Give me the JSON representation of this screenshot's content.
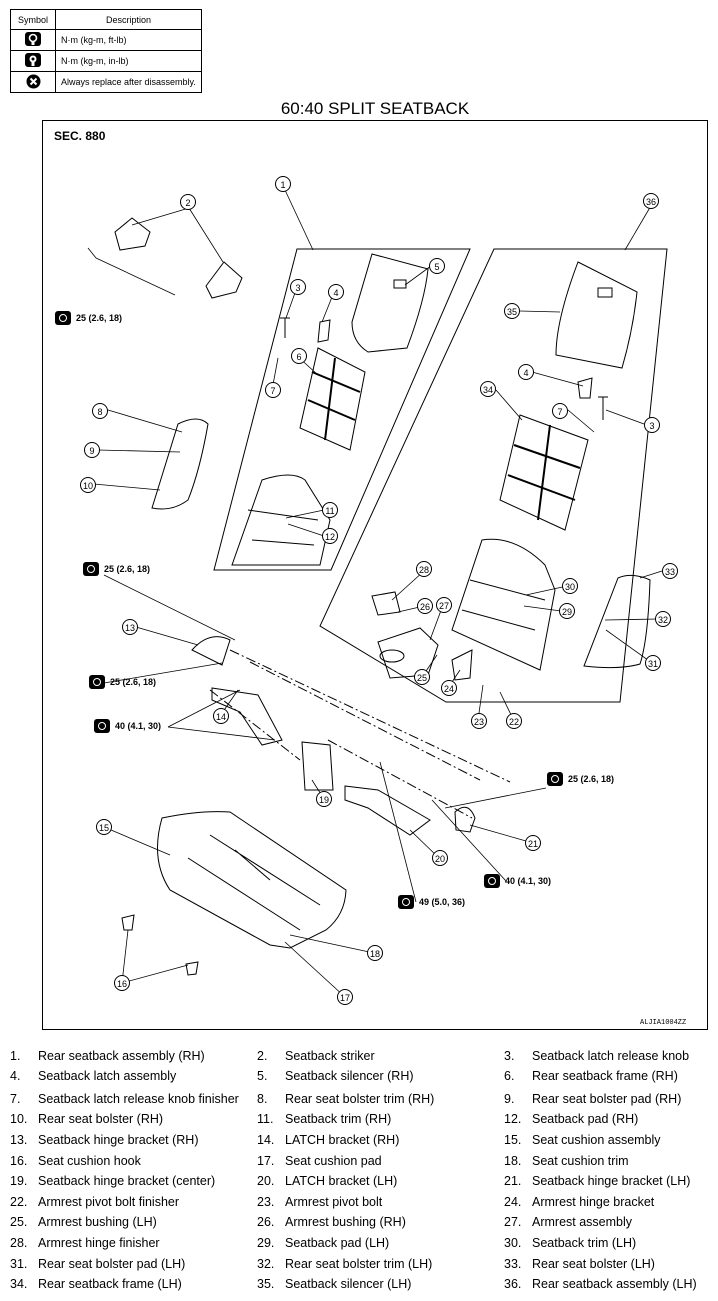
{
  "legend": {
    "headers": {
      "symbol": "Symbol",
      "description": "Description"
    },
    "rows": [
      {
        "icon": "torque-wrench-icon",
        "text": "N·m (kg-m, ft-lb)"
      },
      {
        "icon": "torque-wrench-inlb-icon",
        "text": "N·m (kg-m, in-lb)"
      },
      {
        "icon": "always-replace-icon",
        "text": "Always replace after disassembly."
      }
    ]
  },
  "title": "60:40 SPLIT SEATBACK",
  "section": "SEC. 880",
  "ref_code": "ALJIA1004ZZ",
  "torques": [
    {
      "text": "25 (2.6, 18)"
    },
    {
      "text": "25 (2.6, 18)"
    },
    {
      "text": "25 (2.6, 18)"
    },
    {
      "text": "40 (4.1, 30)"
    },
    {
      "text": "25 (2.6, 18)"
    },
    {
      "text": "40 (4.1, 30)"
    },
    {
      "text": "49 (5.0, 36)"
    }
  ],
  "callouts": [
    "1",
    "2",
    "3",
    "4",
    "5",
    "6",
    "7",
    "8",
    "9",
    "10",
    "11",
    "12",
    "13",
    "14",
    "15",
    "16",
    "16",
    "17",
    "18",
    "19",
    "20",
    "21",
    "22",
    "23",
    "24",
    "25",
    "26",
    "27",
    "28",
    "29",
    "30",
    "31",
    "32",
    "33",
    "34",
    "35",
    "36",
    "3",
    "4",
    "7"
  ],
  "parts": [
    {
      "num": "1.",
      "name": "Rear seatback assembly (RH)"
    },
    {
      "num": "2.",
      "name": "Seatback striker"
    },
    {
      "num": "3.",
      "name": "Seatback latch release knob"
    },
    {
      "num": "4.",
      "name": "Seatback latch assembly"
    },
    {
      "num": "5.",
      "name": "Seatback silencer (RH)"
    },
    {
      "num": "6.",
      "name": "Rear seatback frame (RH)"
    },
    {
      "num": "7.",
      "name": "Seatback latch release knob finisher"
    },
    {
      "num": "8.",
      "name": "Rear seat bolster trim (RH)"
    },
    {
      "num": "9.",
      "name": "Rear seat bolster pad (RH)"
    },
    {
      "num": "10.",
      "name": "Rear seat bolster (RH)"
    },
    {
      "num": "11.",
      "name": "Seatback trim (RH)"
    },
    {
      "num": "12.",
      "name": "Seatback pad (RH)"
    },
    {
      "num": "13.",
      "name": "Seatback hinge bracket (RH)"
    },
    {
      "num": "14.",
      "name": "LATCH bracket (RH)"
    },
    {
      "num": "15.",
      "name": "Seat cushion assembly"
    },
    {
      "num": "16.",
      "name": "Seat cushion hook"
    },
    {
      "num": "17.",
      "name": "Seat cushion pad"
    },
    {
      "num": "18.",
      "name": "Seat cushion trim"
    },
    {
      "num": "19.",
      "name": "Seatback hinge bracket (center)"
    },
    {
      "num": "20.",
      "name": "LATCH bracket (LH)"
    },
    {
      "num": "21.",
      "name": "Seatback hinge bracket (LH)"
    },
    {
      "num": "22.",
      "name": "Armrest pivot bolt finisher"
    },
    {
      "num": "23.",
      "name": "Armrest pivot bolt"
    },
    {
      "num": "24.",
      "name": "Armrest hinge bracket"
    },
    {
      "num": "25.",
      "name": "Armrest bushing (LH)"
    },
    {
      "num": "26.",
      "name": "Armrest bushing (RH)"
    },
    {
      "num": "27.",
      "name": "Armrest assembly"
    },
    {
      "num": "28.",
      "name": "Armrest hinge finisher"
    },
    {
      "num": "29.",
      "name": "Seatback pad (LH)"
    },
    {
      "num": "30.",
      "name": "Seatback trim (LH)"
    },
    {
      "num": "31.",
      "name": "Rear seat bolster pad (LH)"
    },
    {
      "num": "32.",
      "name": "Rear seat bolster trim (LH)"
    },
    {
      "num": "33.",
      "name": "Rear seat bolster (LH)"
    },
    {
      "num": "34.",
      "name": "Rear seatback frame (LH)"
    },
    {
      "num": "35.",
      "name": "Seatback silencer (LH)"
    },
    {
      "num": "36.",
      "name": "Rear seatback assembly (LH)"
    }
  ]
}
